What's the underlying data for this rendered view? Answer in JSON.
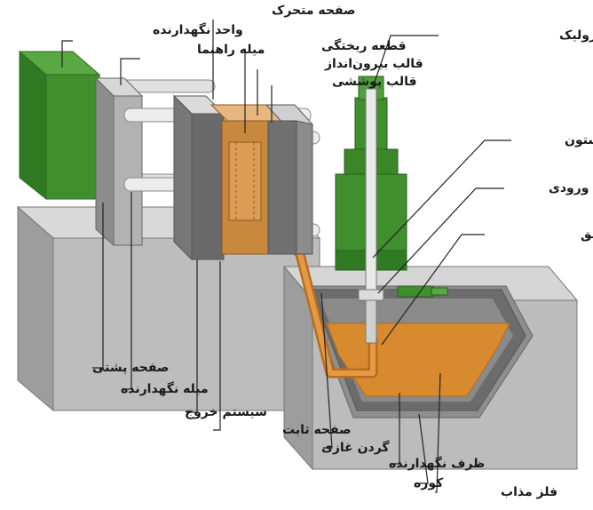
{
  "labels": {
    "clamping_unit": "واحد نگهدارنده",
    "tie_bar": "میله راهنما",
    "moving_platen": "صفحه متحرک",
    "casting": "قطعه ریختگی",
    "ejector_die": "قالب بیرون‌انداز",
    "cover_die": "قالب پوششی",
    "hydraulic_cylinder": "سیلندر هیدرولیک",
    "plunger": "پیستون",
    "inlet": "ورودی",
    "shot_chamber": "محفظه تزریق",
    "rear_platen": "صفحه پشتی",
    "tie_bar_2": "میله نگهدارنده",
    "ejection_system": "سیستم خروج",
    "fixed_platen": "صفحه ثابت",
    "gooseneck": "گردن غازی",
    "holding_pot": "ظرف نگهدارنده",
    "furnace": "کوره",
    "molten_metal": "فلز مذاب"
  },
  "colors": {
    "machine_green": "#3f8f2e",
    "molten_orange": "#d88a2e",
    "body_gray": "#b9b9b9"
  }
}
